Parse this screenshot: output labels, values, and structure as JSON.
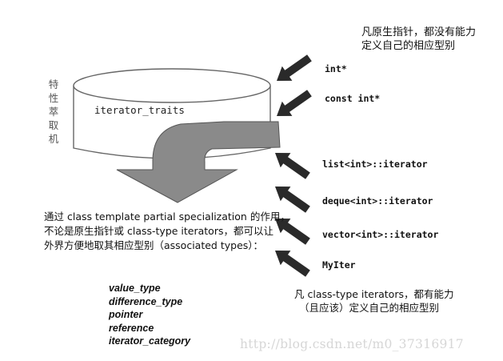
{
  "note_top": {
    "line1": "凡原生指针，都没有能力",
    "line2": "定义自己的相应型别"
  },
  "side_label": [
    "特",
    "性",
    "萃",
    "取",
    "机"
  ],
  "cylinder_title": "iterator_traits",
  "input_types": [
    "int*",
    "const int*",
    "list<int>::iterator",
    "deque<int>::iterator",
    "vector<int>::iterator",
    "MyIter"
  ],
  "description": {
    "line1": "通过 class template partial specialization 的作用，",
    "line2": "不论是原生指针或 class-type iterators，都可以让",
    "line3": "外界方便地取其相应型别（associated types）："
  },
  "associated_types": [
    "value_type",
    "difference_type",
    "pointer",
    "reference",
    "iterator_category"
  ],
  "note_bottom": {
    "line1": "凡 class-type iterators，都有能力",
    "line2": "（且应该）定义自己的相应型别"
  },
  "watermark": "http://blog.csdn.net/m0_37316917",
  "colors": {
    "arrow_fill": "#8a8a8a",
    "arrow_dark": "#2a2a2a",
    "cylinder_stroke": "#666666",
    "watermark": "#d6d6d6"
  }
}
